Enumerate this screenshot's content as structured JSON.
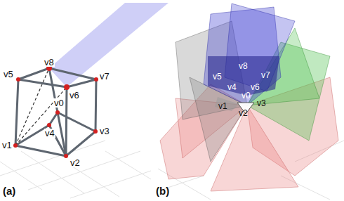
{
  "diagram": {
    "labels": [
      "v5",
      "v8",
      "v7",
      "v6",
      "v0",
      "v4",
      "v3",
      "v1",
      "v2",
      "(a)",
      "v8",
      "v5",
      "v7",
      "v4",
      "v6",
      "v0",
      "v3",
      "v1",
      "v2",
      "(b)"
    ]
  }
}
